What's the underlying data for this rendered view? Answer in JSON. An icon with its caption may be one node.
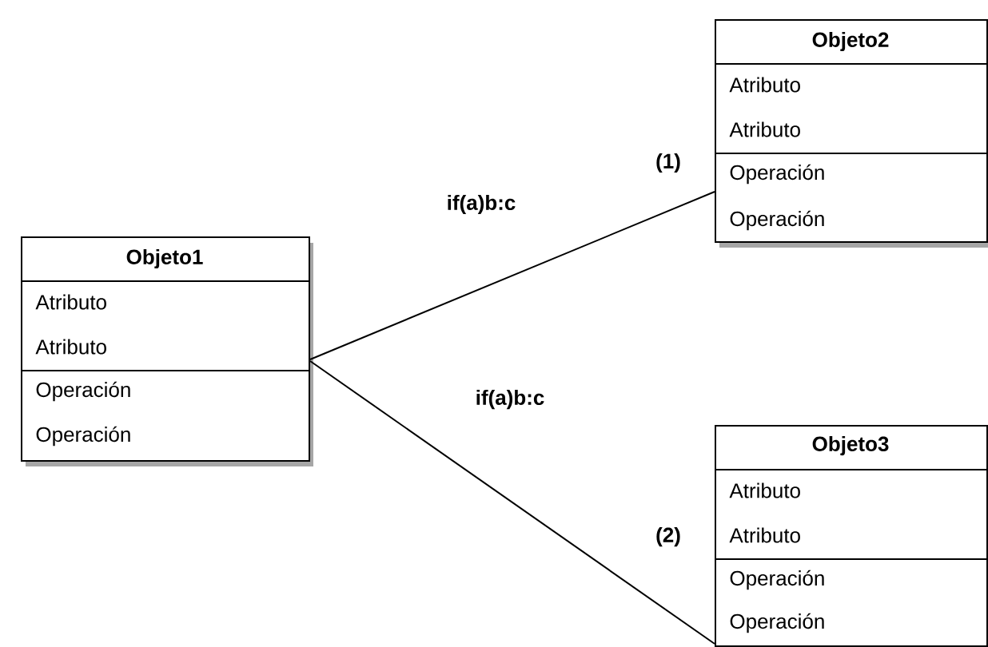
{
  "diagram": {
    "nodes": [
      {
        "text": [
          "Objeto1",
          "Atributo",
          "Atributo",
          "Operación",
          "Operación"
        ]
      },
      {
        "text": [
          "Objeto2",
          "Atributo",
          "Atributo",
          "Operación",
          "Operación"
        ]
      },
      {
        "text": [
          "Objeto3",
          "Atributo",
          "Atributo",
          "Operación",
          "Operación"
        ]
      }
    ],
    "edges": [
      {
        "from": 0,
        "to": 1,
        "arrow": "none",
        "label": "if(a)b:c"
      },
      {
        "from": 0,
        "to": 2,
        "arrow": "none",
        "label": "if(a)b:c"
      }
    ],
    "labels": [
      "(1)",
      "(2)"
    ]
  }
}
